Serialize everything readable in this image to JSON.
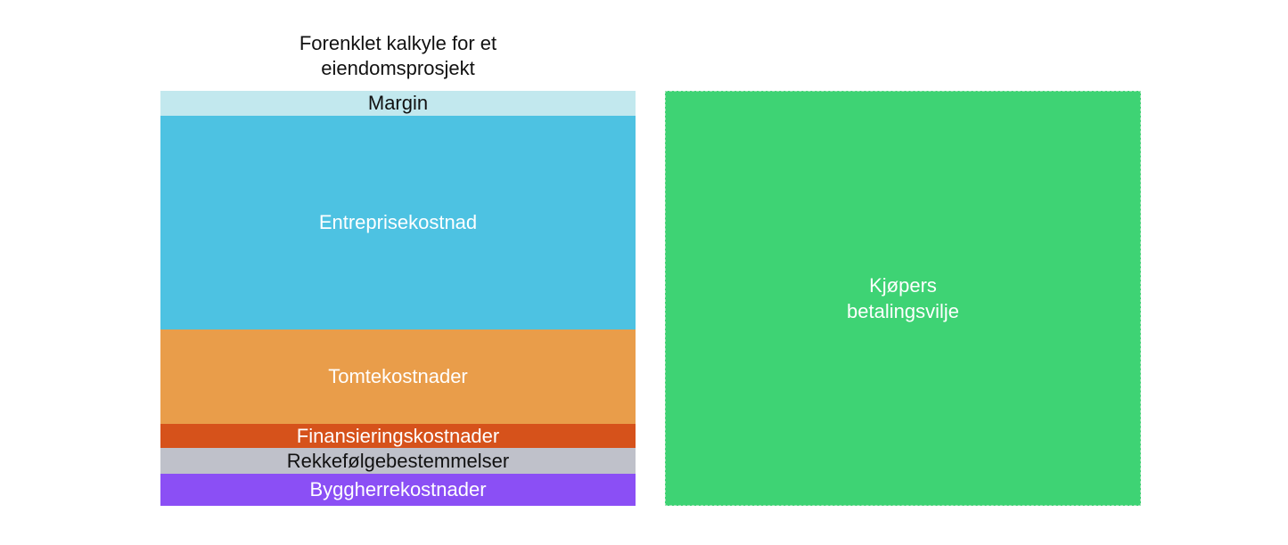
{
  "chart_data": {
    "type": "bar",
    "title": "Forenklet kalkyle for et eiendomsprosjekt",
    "title_lines": [
      "Forenklet kalkyle for et",
      "eiendomsprosjekt"
    ],
    "stacked": true,
    "unit": "percent of total (estimated)",
    "segments_top_to_bottom": [
      {
        "label": "Margin",
        "value": 6.0,
        "color": "#c2e8ee",
        "text_color": "#111111"
      },
      {
        "label": "Entreprisekostnad",
        "value": 51.5,
        "color": "#4dc2e2",
        "text_color": "#ffffff"
      },
      {
        "label": "Tomtekostnader",
        "value": 22.7,
        "color": "#e99d4a",
        "text_color": "#ffffff"
      },
      {
        "label": "Finansieringskostnader",
        "value": 5.8,
        "color": "#d6521b",
        "text_color": "#ffffff"
      },
      {
        "label": "Rekkefølgebestemmelser",
        "value": 6.2,
        "color": "#bfc1ca",
        "text_color": "#111111"
      },
      {
        "label": "Byggherrekostnader",
        "value": 7.7,
        "color": "#8b4ff5",
        "text_color": "#ffffff"
      }
    ],
    "comparison": {
      "label_lines": [
        "Kjøpers",
        "betalingsvilje"
      ],
      "value": 100,
      "color": "#3ed374"
    }
  }
}
